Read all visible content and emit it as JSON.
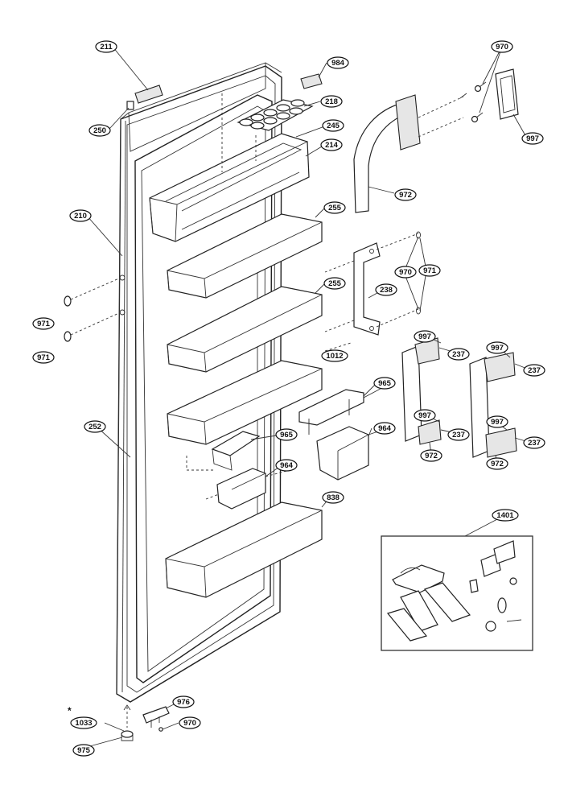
{
  "diagram": {
    "star_mark": "*",
    "callouts": [
      {
        "id": "c-211",
        "label": "211"
      },
      {
        "id": "c-984",
        "label": "984"
      },
      {
        "id": "c-218",
        "label": "218"
      },
      {
        "id": "c-250",
        "label": "250"
      },
      {
        "id": "c-245",
        "label": "245"
      },
      {
        "id": "c-214",
        "label": "214"
      },
      {
        "id": "c-210",
        "label": "210"
      },
      {
        "id": "c-255a",
        "label": "255"
      },
      {
        "id": "c-255b",
        "label": "255"
      },
      {
        "id": "c-971a",
        "label": "971"
      },
      {
        "id": "c-971b",
        "label": "971"
      },
      {
        "id": "c-971c",
        "label": "971"
      },
      {
        "id": "c-970a",
        "label": "970"
      },
      {
        "id": "c-970b",
        "label": "970"
      },
      {
        "id": "c-970c",
        "label": "970"
      },
      {
        "id": "c-997a",
        "label": "997"
      },
      {
        "id": "c-997b",
        "label": "997"
      },
      {
        "id": "c-997c",
        "label": "997"
      },
      {
        "id": "c-997d",
        "label": "997"
      },
      {
        "id": "c-997e",
        "label": "997"
      },
      {
        "id": "c-972a",
        "label": "972"
      },
      {
        "id": "c-972b",
        "label": "972"
      },
      {
        "id": "c-972c",
        "label": "972"
      },
      {
        "id": "c-238",
        "label": "238"
      },
      {
        "id": "c-1012",
        "label": "1012"
      },
      {
        "id": "c-237a",
        "label": "237"
      },
      {
        "id": "c-237b",
        "label": "237"
      },
      {
        "id": "c-237c",
        "label": "237"
      },
      {
        "id": "c-237d",
        "label": "237"
      },
      {
        "id": "c-965a",
        "label": "965"
      },
      {
        "id": "c-965b",
        "label": "965"
      },
      {
        "id": "c-964a",
        "label": "964"
      },
      {
        "id": "c-964b",
        "label": "964"
      },
      {
        "id": "c-252",
        "label": "252"
      },
      {
        "id": "c-838",
        "label": "838"
      },
      {
        "id": "c-1401",
        "label": "1401"
      },
      {
        "id": "c-976",
        "label": "976"
      },
      {
        "id": "c-1033",
        "label": "1033"
      },
      {
        "id": "c-975",
        "label": "975"
      }
    ]
  }
}
